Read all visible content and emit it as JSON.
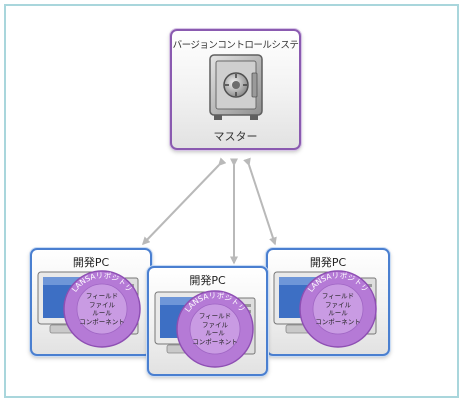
{
  "master": {
    "title": "バージョンコントロールシステム",
    "label": "マスター",
    "icon": "safe-icon"
  },
  "dev_pcs": [
    {
      "title": "開発PC",
      "repository_label": "LANSAリポジトリ",
      "items": [
        "フィールド",
        "ファイル",
        "ルール",
        "コンポーネント"
      ]
    },
    {
      "title": "開発PC",
      "repository_label": "LANSAリポジトリ",
      "items": [
        "フィールド",
        "ファイル",
        "ルール",
        "コンポーネント"
      ]
    },
    {
      "title": "開発PC",
      "repository_label": "LANSAリポジトリ",
      "items": [
        "フィールド",
        "ファイル",
        "ルール",
        "コンポーネント"
      ]
    }
  ],
  "colors": {
    "frame_border": "#a9d6dc",
    "master_border": "#8a5ab0",
    "pc_border": "#4a7fd0",
    "repository_disc": "#b57ad6",
    "arrow": "#b9b9b9"
  }
}
